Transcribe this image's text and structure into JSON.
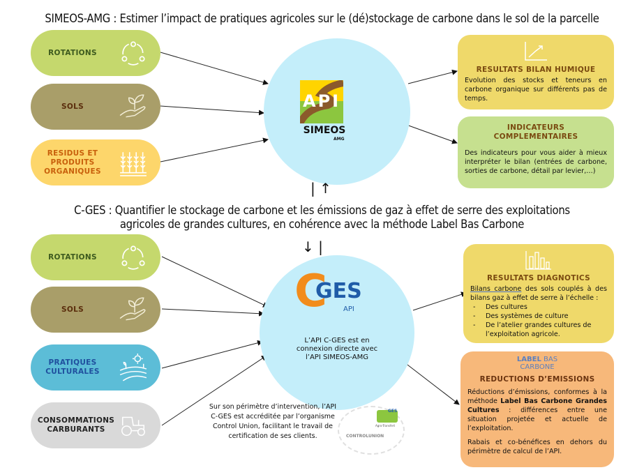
{
  "simeos": {
    "title": "SIMEOS-AMG : Estimer l’impact de pratiques agricoles sur le (dé)stockage de carbone dans le sol de la parcelle",
    "inputs": [
      {
        "label": "ROTATIONS",
        "icon": "rotation-cycle-icon"
      },
      {
        "label": "SOLS",
        "icon": "hand-sprout-icon"
      },
      {
        "label": "RESIDUS ET PRODUITS ORGANIQUES",
        "icon": "wheat-icon"
      }
    ],
    "logo": {
      "api": "API",
      "name": "SIMEOS",
      "sub": "AMG"
    },
    "outputs": [
      {
        "title": "RESULTATS BILAN HUMIQUE",
        "text": "Evolution des stocks et teneurs en carbone organique sur différents pas de temps.",
        "icon": "trend-up-icon"
      },
      {
        "title": "INDICATEURS COMPLEMENTAIRES",
        "text": "Des indicateurs pour vous aider à mieux interpréter le bilan (entrées de carbone, sorties de carbone, détail par levier,…)"
      }
    ]
  },
  "cges": {
    "title_line1": "C-GES : Quantifier le stockage de carbone et les émissions de gaz à effet de serre des exploitations",
    "title_line2": "agricoles de grandes cultures, en cohérence avec la méthode Label Bas Carbone",
    "inputs": [
      {
        "label": "ROTATIONS",
        "icon": "rotation-cycle-icon"
      },
      {
        "label": "SOLS",
        "icon": "hand-sprout-icon"
      },
      {
        "label": "PRATIQUES CULTURALES",
        "icon": "field-sun-icon"
      },
      {
        "label": "CONSOMMATIONS CARBURANTS",
        "icon": "tractor-icon"
      }
    ],
    "logo": {
      "c": "C",
      "ges": "GES",
      "api": "API"
    },
    "circle_text": "L’API C-GES est en connexion directe avec l’API SIMEOS-AMG",
    "accreditation": "Sur son périmètre d’intervention, l’API C-GES est accréditée par l’organisme Control Union, facilitant le travail de certification de ses clients.",
    "accreditation_logos": {
      "control_union": "CONTROLUNION",
      "agro": "Agro-Transfert",
      "ges": "GES"
    },
    "diagnostics": {
      "title": "RESULTATS DIAGNOTICS",
      "intro_link": "Bilans carbone",
      "intro": " des sols couplés à des bilans gaz à effet de serre à l’échelle :",
      "items": [
        "Des cultures",
        "Des systèmes de culture",
        "De l’atelier grandes cultures de l’exploitation agricole."
      ]
    },
    "reductions": {
      "label_line1a": "LABEL",
      "label_line1b": " BAS",
      "label_line2": "CARBONE",
      "title": "REDUCTIONS D’EMISSIONS",
      "p1a": "Réductions d’émissions, conformes à la méthode ",
      "p1b": "Label Bas Carbone Grandes Cultures",
      "p1c": " : différences entre une situation projetée et actuelle de l’exploitation.",
      "p2": "Rabais et co-bénéfices en dehors du périmètre de calcul de l’API."
    }
  },
  "connector": {
    "up": "| ↑",
    "down": "↓ |"
  },
  "colors": {
    "rotations": "#c5d86d",
    "sols": "#a99e69",
    "residus": "#fdd66b",
    "pratiques": "#5cbdd7",
    "carburants": "#d9d9d9",
    "circle": "#c4eefa",
    "yellow_box": "#efd96a",
    "green_box": "#c6e08f",
    "orange_box": "#f7b87a"
  }
}
